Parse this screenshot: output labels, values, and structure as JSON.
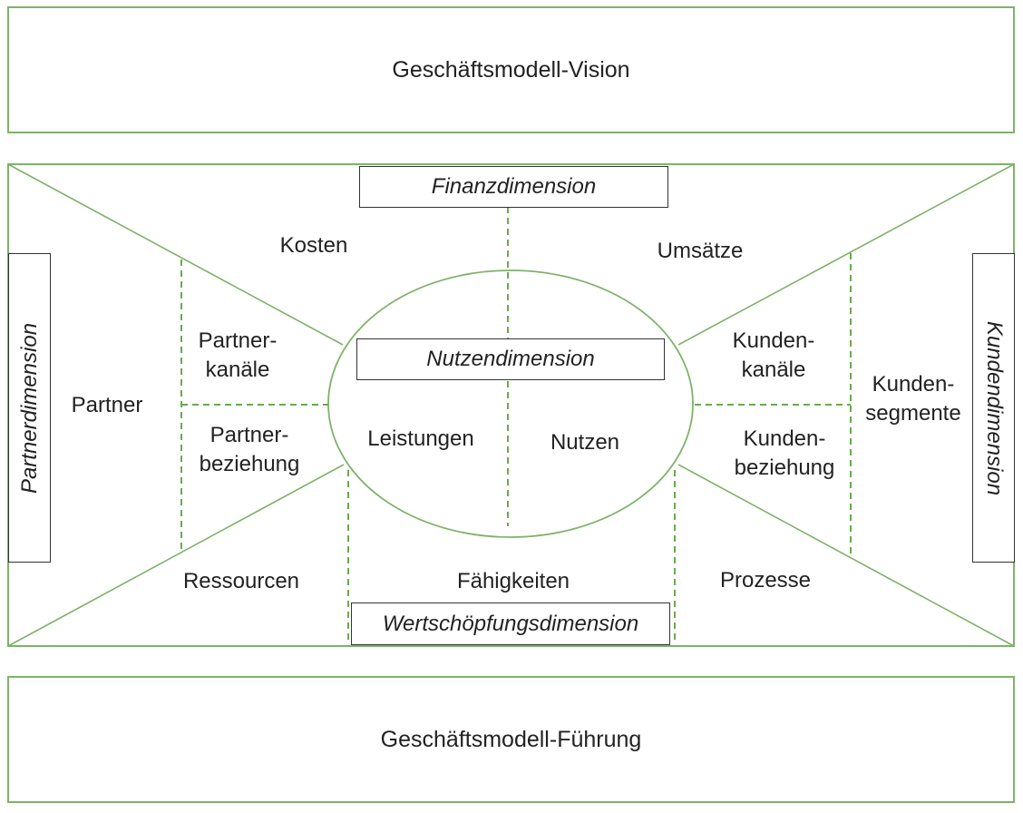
{
  "vision": "Geschäftsmodell-Vision",
  "fuehrung": "Geschäftsmodell-Führung",
  "dimensions": {
    "finanz": "Finanzdimension",
    "nutzen": "Nutzendimension",
    "wertschoepfung": "Wertschöpfungsdimension",
    "partner": "Partnerdimension",
    "kunden": "Kundendimension"
  },
  "labels": {
    "kosten": "Kosten",
    "umsaetze": "Umsätze",
    "partner": "Partner",
    "partnerkanaele_1": "Partner-",
    "partnerkanaele_2": "kanäle",
    "partnerbeziehung_1": "Partner-",
    "partnerbeziehung_2": "beziehung",
    "leistungen": "Leistungen",
    "nutzen": "Nutzen",
    "kundenkanaele_1": "Kunden-",
    "kundenkanaele_2": "kanäle",
    "kundenbeziehung_1": "Kunden-",
    "kundenbeziehung_2": "beziehung",
    "kundensegmente_1": "Kunden-",
    "kundensegmente_2": "segmente",
    "ressourcen": "Ressourcen",
    "faehigkeiten": "Fähigkeiten",
    "prozesse": "Prozesse"
  },
  "colors": {
    "frame": "#7fb26a",
    "dashed": "#6aaa4e",
    "box_border": "#333333"
  }
}
